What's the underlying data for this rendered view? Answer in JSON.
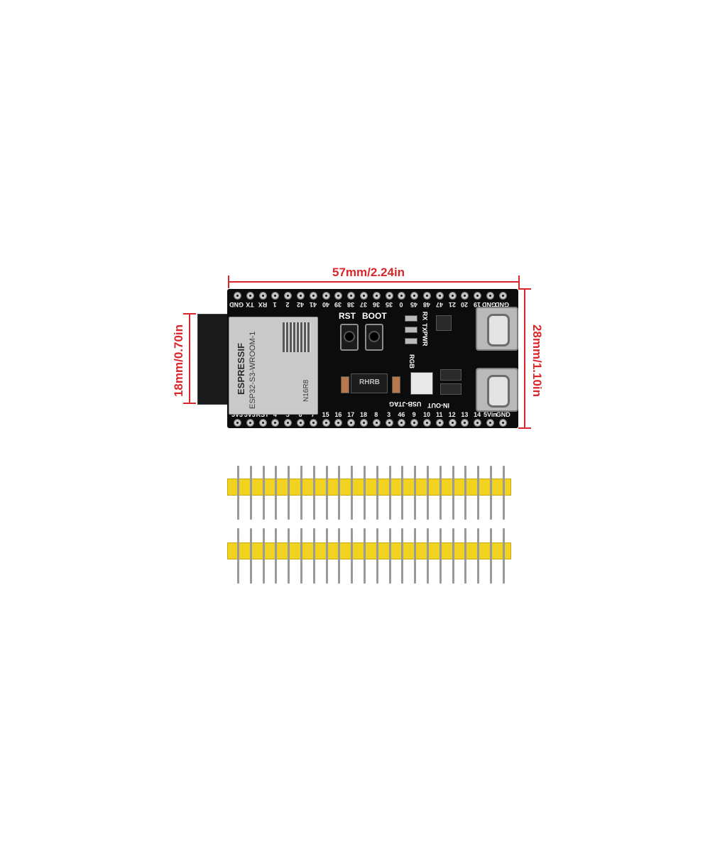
{
  "dimensions": {
    "width_label": "57mm/2.24in",
    "module_height_label": "18mm/0.70in",
    "board_height_label": "28mm/1.10in"
  },
  "board": {
    "top_pins": [
      "GND",
      "TX",
      "RX",
      "1",
      "2",
      "42",
      "41",
      "40",
      "39",
      "38",
      "37",
      "36",
      "35",
      "0",
      "45",
      "48",
      "47",
      "21",
      "20",
      "19",
      "GND",
      "GND"
    ],
    "bottom_pins": [
      "3V3",
      "3V3",
      "RST",
      "4",
      "5",
      "6",
      "7",
      "15",
      "16",
      "17",
      "18",
      "8",
      "3",
      "46",
      "9",
      "10",
      "11",
      "12",
      "13",
      "14",
      "5Vin",
      "GND"
    ],
    "buttons": [
      "RST",
      "BOOT"
    ],
    "leds": [
      "RX",
      "TX",
      "PWR"
    ],
    "silkscreen": [
      "RGB",
      "USB-JTAG",
      "IN-OUT"
    ],
    "regulator_marking": "RHRB"
  },
  "module": {
    "brand": "ESPRESSIF",
    "model": "ESP32-S3-WROOM-1",
    "variant": "N16R8"
  },
  "pin_headers": {
    "rows": 2,
    "pins_per_row": 22
  },
  "colors": {
    "dimension_line": "#d8262b",
    "board": "#0c0c0c",
    "header_plastic": "#f0d21f"
  }
}
